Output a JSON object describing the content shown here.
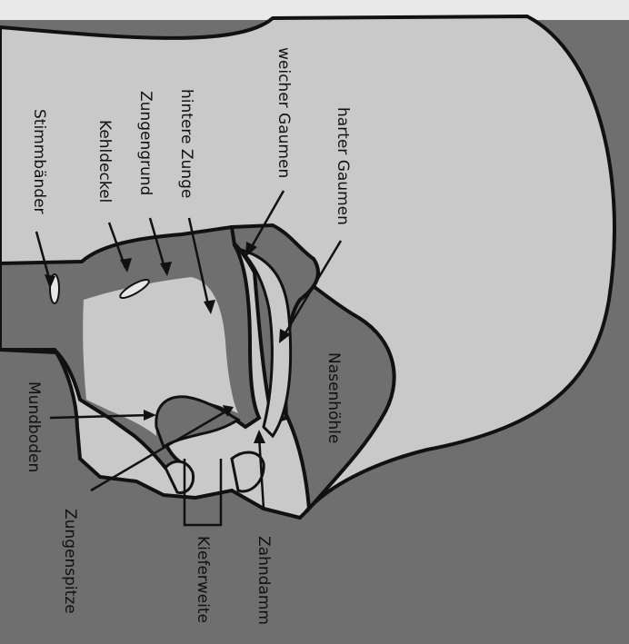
{
  "labels": {
    "stimmbaender": "Stimmbänder",
    "kehldeckel": "Kehldeckel",
    "zungengrund": "Zungengrund",
    "hintere_zunge": "hintere Zunge",
    "weicher_gaumen": "weicher Gaumen",
    "harter_gaumen": "harter Gaumen",
    "nasenhoehle": "Nasenhöhle",
    "mundboden": "Mundboden",
    "zungenspitze": "Zungenspitze",
    "kieferweite": "Kieferweite",
    "zahndamm": "Zahndamm"
  },
  "colors": {
    "background": "#6f6f6f",
    "head": "#c9c9c9",
    "tissue": "#6f6f6f",
    "outline": "#111111"
  }
}
